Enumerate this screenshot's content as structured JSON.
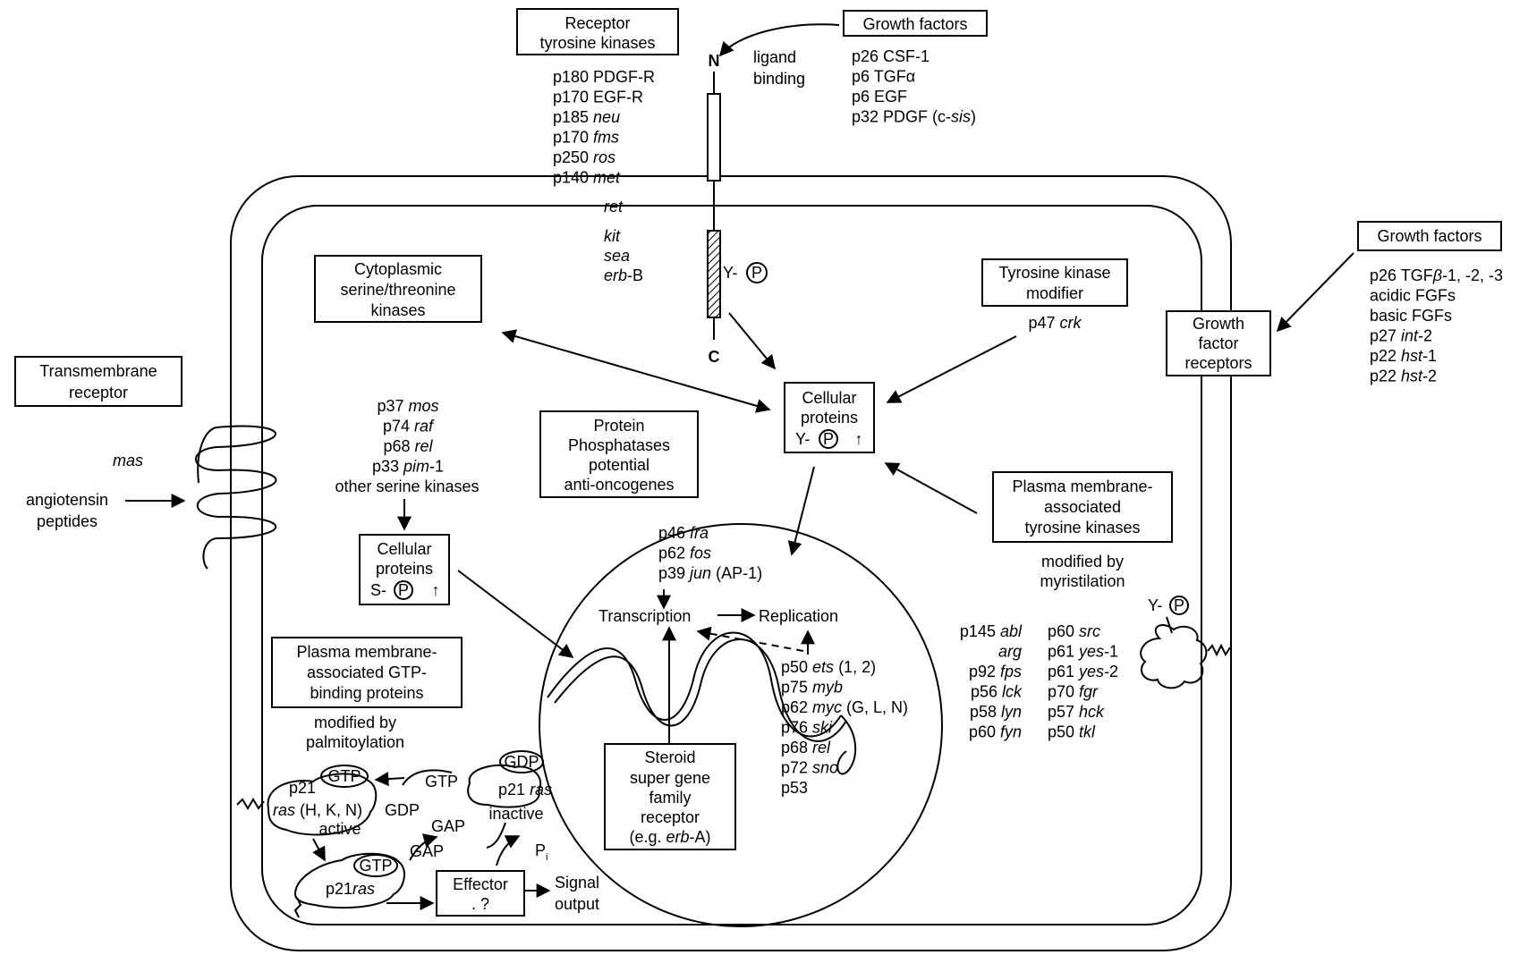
{
  "rtk": {
    "title": [
      "Receptor",
      "tyrosine kinases"
    ],
    "items": [
      {
        "p": "p180",
        "n": "PDGF-R",
        "i": false
      },
      {
        "p": "p170",
        "n": "EGF-R",
        "i": false
      },
      {
        "p": "p185",
        "n": "neu",
        "i": true
      },
      {
        "p": "p170",
        "n": "fms",
        "i": true
      },
      {
        "p": "p250",
        "n": "ros",
        "i": true
      },
      {
        "p": "p140",
        "n": "met",
        "i": true
      }
    ],
    "inside": [
      "ret",
      "kit",
      "sea"
    ],
    "erb_b": {
      "it": "erb",
      "rest": "-B"
    }
  },
  "receptor": {
    "n": "N",
    "c": "C",
    "yp": "Y-",
    "p": "P",
    "ligand": [
      "ligand",
      "binding"
    ]
  },
  "gf_top": {
    "title": "Growth factors",
    "items": [
      {
        "p": "p26",
        "n": "CSF-1"
      },
      {
        "p": "p6",
        "n": "TGFα"
      },
      {
        "p": "p6",
        "n": "EGF"
      },
      {
        "p": "p32",
        "n": "PDGF (c-",
        "it": "sis",
        "end": ")"
      }
    ]
  },
  "gf_right": {
    "title": "Growth factors",
    "items": [
      {
        "pre": "p26 TGF",
        "it": "β",
        "rest": "-1, -2, -3"
      },
      {
        "pre": "acidic FGFs",
        "it": "",
        "rest": ""
      },
      {
        "pre": "basic FGFs",
        "it": "",
        "rest": ""
      },
      {
        "pre": "p27 ",
        "it": "int",
        "rest": "-2"
      },
      {
        "pre": "p22 ",
        "it": "hst",
        "rest": "-1"
      },
      {
        "pre": "p22  ",
        "it": "hst",
        "rest": "-2"
      }
    ]
  },
  "gfr": [
    "Growth",
    "factor",
    "receptors"
  ],
  "cyto_kinases": [
    "Cytoplasmic",
    "serine/threonine",
    "kinases"
  ],
  "tk_modifier": {
    "title": [
      "Tyrosine kinase",
      "modifier"
    ],
    "p": "p47",
    "it": "crk"
  },
  "transmembrane": {
    "title": [
      "Transmembrane",
      "receptor"
    ],
    "mas": "mas",
    "ligand": [
      "angiotensin",
      "peptides"
    ]
  },
  "serine_list": [
    {
      "p": "p37",
      "n": "mos",
      "rest": ""
    },
    {
      "p": "p74",
      "n": "raf",
      "rest": ""
    },
    {
      "p": "p68",
      "n": "rel",
      "rest": ""
    },
    {
      "p": "p33",
      "n": "pim",
      "rest": "-1"
    }
  ],
  "other_serine": "other serine kinases",
  "cell_prot_center": {
    "lines": [
      "Cellular",
      "proteins"
    ],
    "y": "Y-",
    "p": "P",
    "arrow": "↑"
  },
  "cell_prot_left": {
    "lines": [
      "Cellular",
      "proteins"
    ],
    "s": "S-",
    "p": "P",
    "arrow": "↑"
  },
  "phosphatases": [
    "Protein",
    "Phosphatases",
    "potential",
    "anti-oncogenes"
  ],
  "pm_tk": {
    "title": [
      "Plasma membrane-",
      "associated",
      "tyrosine kinases"
    ],
    "mod": [
      "modified by",
      "myristilation"
    ]
  },
  "tk_list_left": [
    {
      "p": "p145",
      "n": "abl"
    },
    {
      "p": "",
      "n": "arg"
    },
    {
      "p": "p92",
      "n": "fps"
    },
    {
      "p": "p56",
      "n": "lck"
    },
    {
      "p": "p58",
      "n": "lyn"
    },
    {
      "p": "p60",
      "n": "fyn"
    }
  ],
  "tk_list_right": [
    {
      "p": "p60",
      "n": "src"
    },
    {
      "p": "p61",
      "n": "yes-1"
    },
    {
      "p": "p61",
      "n": "yes-2"
    },
    {
      "p": "p70",
      "n": "fgr"
    },
    {
      "p": "p57",
      "n": "hck"
    },
    {
      "p": "p50",
      "n": "tkl"
    }
  ],
  "myr_yp": {
    "y": "Y-",
    "p": "P"
  },
  "nucleus": {
    "ap1": [
      {
        "p": "p46",
        "n": "fra",
        "rest": ""
      },
      {
        "p": "p62",
        "n": "fos",
        "rest": ""
      },
      {
        "p": "p39",
        "n": "jun",
        "rest": " (AP-1)"
      }
    ],
    "transcription": "Transcription",
    "replication": "Replication",
    "list": [
      {
        "p": "p50",
        "n": "ets",
        "rest": " (1, 2)"
      },
      {
        "p": "p75",
        "n": "myb",
        "rest": ""
      },
      {
        "p": "p62",
        "n": "myc",
        "rest": " (G, L, N)"
      },
      {
        "p": "p76",
        "n": "ski",
        "rest": ""
      },
      {
        "p": "p68",
        "n": "rel",
        "rest": ""
      },
      {
        "p": "p72",
        "n": "sno",
        "rest": ""
      },
      {
        "p": "p53",
        "n": "",
        "rest": ""
      }
    ],
    "steroid": [
      "Steroid",
      "super gene",
      "family",
      "receptor"
    ],
    "steroid_eg": {
      "pre": "(e.g. ",
      "it": "erb",
      "post": "-A)"
    }
  },
  "gtp": {
    "title": [
      "Plasma membrane-",
      "associated GTP-",
      "binding proteins"
    ],
    "mod": [
      "modified by",
      "palmitoylation"
    ],
    "gtp": "GTP",
    "gdp": "GDP",
    "gap": "GAP",
    "pi": "P",
    "p21": "p21",
    "ras": "ras",
    "hkn": " (H, K, N)",
    "active": "active",
    "inactive": "inactive",
    "effector": "Effector",
    "effector_q": ". ?",
    "signal": [
      "Signal",
      "output"
    ]
  }
}
